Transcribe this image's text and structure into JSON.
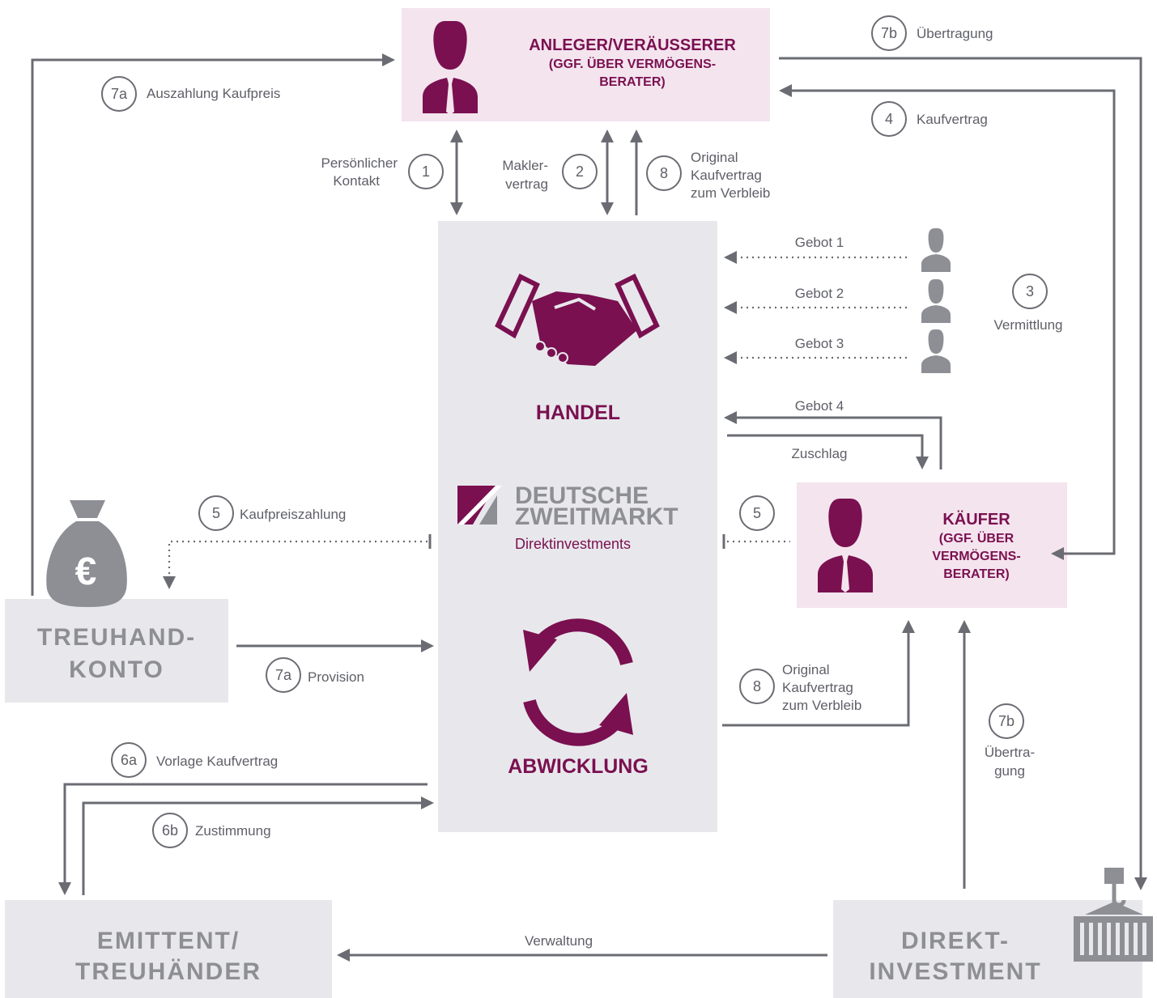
{
  "colors": {
    "brand": "#7a1050",
    "pink_box": "#f4e4ee",
    "grey_box": "#e8e8ec",
    "arrow": "#6b6c73",
    "text_grey": "#5f6068",
    "logo_grey": "#8e8f95"
  },
  "nodes": {
    "seller": {
      "line1": "ANLEGER/VERÄUSSERER",
      "line2": "(GGF. ÜBER VERMÖGENS-",
      "line3": "BERATER)"
    },
    "buyer": {
      "line1": "KÄUFER",
      "line2": "(GGF. ÜBER",
      "line3": "VERMÖGENS-",
      "line4": "BERATER)"
    },
    "center": {
      "handel": "HANDEL",
      "abwicklung": "ABWICKLUNG"
    },
    "logo": {
      "line1": "DEUTSCHE",
      "line2": "ZWEITMARKT",
      "line3": "Direktinvestments"
    },
    "treuhand": {
      "line1": "TREUHAND-",
      "line2": "KONTO"
    },
    "emittent": {
      "line1": "EMITTENT/",
      "line2": "TREUHÄNDER"
    },
    "direkt": {
      "line1": "DIREKT-",
      "line2": "INVESTMENT"
    }
  },
  "steps": {
    "s1": {
      "badge": "1",
      "line1": "Persönlicher",
      "line2": "Kontakt"
    },
    "s2": {
      "badge": "2",
      "line1": "Makler-",
      "line2": "vertrag"
    },
    "s8_top": {
      "badge": "8",
      "line1": "Original",
      "line2": "Kaufvertrag",
      "line3": "zum Verbleib"
    },
    "s7a_top": {
      "badge": "7a",
      "label": "Auszahlung Kaufpreis"
    },
    "s7b_top": {
      "badge": "7b",
      "label": "Übertragung"
    },
    "s4": {
      "badge": "4",
      "label": "Kaufvertrag"
    },
    "s3": {
      "badge": "3",
      "label": "Vermittlung"
    },
    "gebot1": "Gebot 1",
    "gebot2": "Gebot 2",
    "gebot3": "Gebot 3",
    "gebot4": "Gebot 4",
    "zuschlag": "Zuschlag",
    "s5_left": {
      "badge": "5",
      "label": "Kaufpreiszahlung"
    },
    "s5_right": {
      "badge": "5"
    },
    "s7a_bottom": {
      "badge": "7a",
      "label": "Provision"
    },
    "s8_bottom": {
      "badge": "8",
      "line1": "Original",
      "line2": "Kaufvertrag",
      "line3": "zum Verbleib"
    },
    "s7b_bottom": {
      "badge": "7b",
      "line1": "Übertra-",
      "line2": "gung"
    },
    "s6a": {
      "badge": "6a",
      "label": "Vorlage Kaufvertrag"
    },
    "s6b": {
      "badge": "6b",
      "label": "Zustimmung"
    },
    "verwaltung": "Verwaltung"
  },
  "icons": {
    "seller_person": "person-icon",
    "buyer_person": "person-icon",
    "bidder": "person-icon",
    "handshake": "handshake-icon",
    "cycle": "refresh-icon",
    "money_bag": "money-bag-euro-icon",
    "container": "container-crane-icon",
    "logo": "deutsche-zweitmarkt-logo"
  }
}
